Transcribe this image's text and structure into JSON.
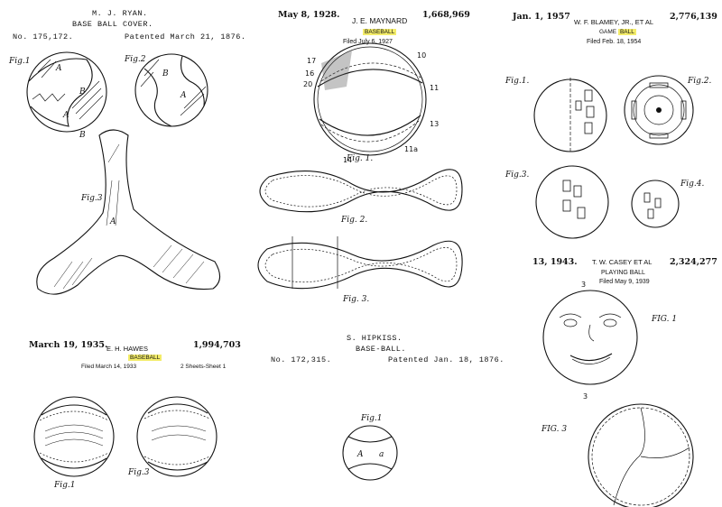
{
  "ryan": {
    "inventor": "M. J. RYAN.",
    "title": "BASE BALL COVER.",
    "number": "No. 175,172.",
    "patented": "Patented March 21, 1876.",
    "fig1": "Fig.1",
    "fig2": "Fig.2",
    "fig3": "Fig.3"
  },
  "maynard": {
    "date": "May 8, 1928.",
    "inventor": "J. E. MAYNARD",
    "number": "1,668,969",
    "word": "BASEBALL",
    "filed": "Filed July 6, 1927",
    "fig1": "Fig. 1.",
    "fig2": "Fig. 2.",
    "fig3": "Fig. 3."
  },
  "blamey": {
    "date": "Jan. 1, 1957",
    "inventor": "W. F. BLAMEY, JR., ET AL",
    "number": "2,776,139",
    "word_a": "GAME",
    "word_b": "BALL",
    "filed": "Filed Feb. 18, 1954",
    "fig1": "Fig.1.",
    "fig2": "Fig.2.",
    "fig3": "Fig.3.",
    "fig4": "Fig.4."
  },
  "hawes": {
    "date": "March 19, 1935.",
    "inventor": "E. H. HAWES",
    "number": "1,994,703",
    "word": "BASEBALL",
    "filed": "Filed March 14, 1933",
    "sheets": "2 Sheets-Sheet 1",
    "fig1": "Fig.1",
    "fig3": "Fig.3"
  },
  "hipkiss": {
    "inventor": "S. HIPKISS.",
    "title": "BASE-BALL.",
    "number": "No. 172,315.",
    "patented": "Patented Jan. 18, 1876.",
    "fig1": "Fig.1"
  },
  "casey": {
    "date": "13, 1943.",
    "inventor": "T. W. CASEY ET AL",
    "number": "2,324,277",
    "title": "PLAYING BALL",
    "filed": "Filed May 9, 1939",
    "fig1": "FIG. 1",
    "fig3": "FIG. 3"
  }
}
